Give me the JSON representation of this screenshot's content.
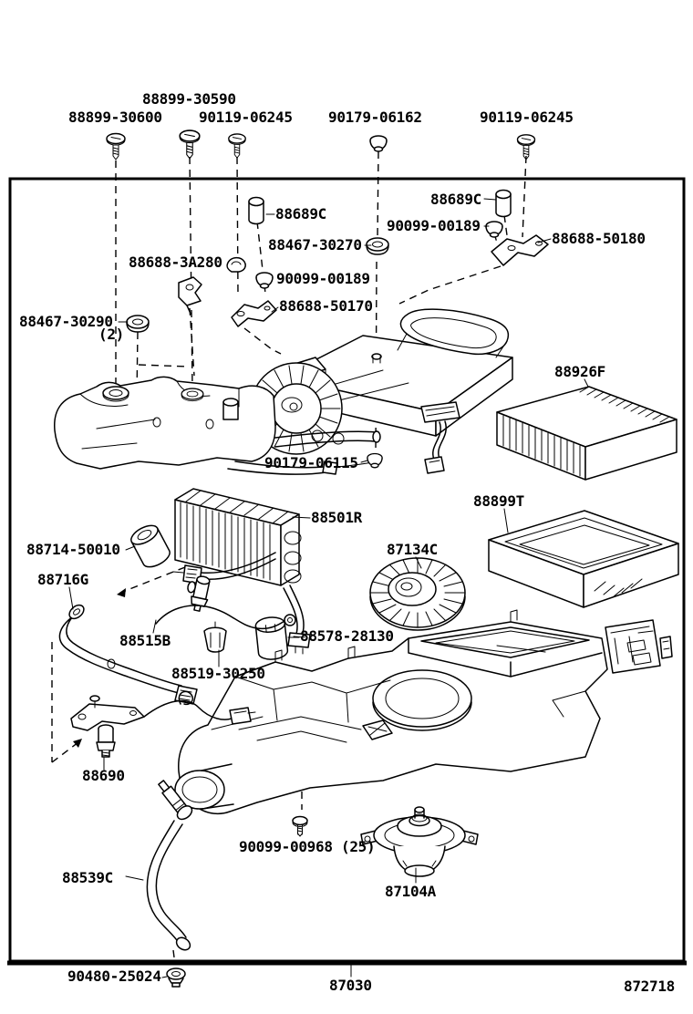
{
  "figure": {
    "type": "exploded-parts-diagram",
    "subject": "heater / air conditioner unit",
    "ink_color": "#000000",
    "paper_color": "#ffffff"
  },
  "labels": [
    {
      "part": "screw-88899-30590",
      "text": "88899-30590"
    },
    {
      "part": "screw-88899-30600",
      "text": "88899-30600"
    },
    {
      "part": "screw-90119-06245-left",
      "text": "90119-06245"
    },
    {
      "part": "nut-90179-06162",
      "text": "90179-06162"
    },
    {
      "part": "screw-90119-06245-right",
      "text": "90119-06245"
    },
    {
      "part": "collar-88689c-left",
      "text": "88689C"
    },
    {
      "part": "collar-88689c-right",
      "text": "88689C"
    },
    {
      "part": "nut-90099-00189-right",
      "text": "90099-00189"
    },
    {
      "part": "bracket-88688-50180",
      "text": "88688-50180"
    },
    {
      "part": "grommet-88467-30270",
      "text": "88467-30270"
    },
    {
      "part": "clamp-88688-3a280",
      "text": "88688-3A280"
    },
    {
      "part": "nut-90099-00189-left",
      "text": "90099-00189"
    },
    {
      "part": "bracket-88688-50170",
      "text": "88688-50170"
    },
    {
      "part": "grommet-88467-30290",
      "text": "88467-30290"
    },
    {
      "part": "grommet-88467-30290-qty",
      "text": "(2)"
    },
    {
      "part": "filter-88926f",
      "text": "88926F"
    },
    {
      "part": "nut-90179-06115",
      "text": "90179-06115"
    },
    {
      "part": "filter-case-88899t",
      "text": "88899T"
    },
    {
      "part": "evaporator-88501r",
      "text": "88501R"
    },
    {
      "part": "blower-fan-87134c",
      "text": "87134C"
    },
    {
      "part": "hose-88714-50010",
      "text": "88714-50010"
    },
    {
      "part": "pipe-88716g",
      "text": "88716G"
    },
    {
      "part": "tube-88515b",
      "text": "88515B"
    },
    {
      "part": "packing-88578-28130",
      "text": "88578-28130"
    },
    {
      "part": "clamp-88519-30250",
      "text": "88519-30250"
    },
    {
      "part": "thermistor-88690",
      "text": "88690"
    },
    {
      "part": "screw-90099-00968",
      "text": "90099-00968 (25)"
    },
    {
      "part": "hose-88539c",
      "text": "88539C"
    },
    {
      "part": "blower-motor-87104a",
      "text": "87104A"
    },
    {
      "part": "grommet-90480-25024",
      "text": "90480-25024"
    },
    {
      "part": "figure-number-87030",
      "text": "87030"
    },
    {
      "part": "sheet-number-872718",
      "text": "872718"
    }
  ]
}
